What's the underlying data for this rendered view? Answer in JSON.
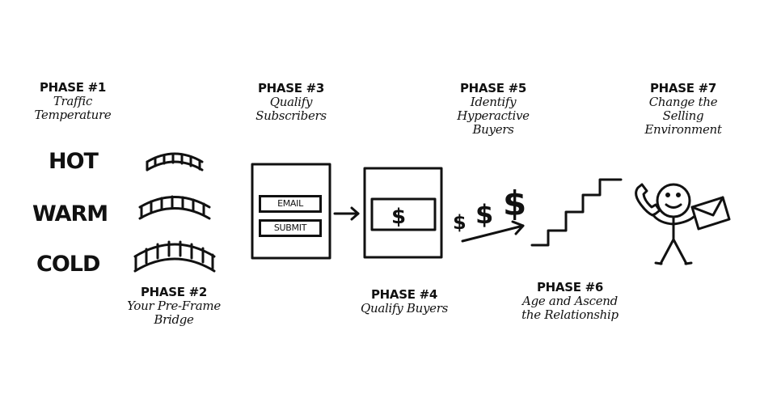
{
  "phases": [
    {
      "id": 1,
      "heading": "PHASE #1",
      "lines": [
        "Traffic",
        "Temperature"
      ]
    },
    {
      "id": 2,
      "heading": "PHASE #2",
      "lines": [
        "Your Pre-Frame",
        "Bridge"
      ]
    },
    {
      "id": 3,
      "heading": "PHASE #3",
      "lines": [
        "Qualify",
        "Subscribers"
      ]
    },
    {
      "id": 4,
      "heading": "PHASE #4",
      "lines": [
        "Qualify Buyers"
      ]
    },
    {
      "id": 5,
      "heading": "PHASE #5",
      "lines": [
        "Identify",
        "Hyperactive",
        "Buyers"
      ]
    },
    {
      "id": 6,
      "heading": "PHASE #6",
      "lines": [
        "Age and Ascend",
        "the Relationship"
      ]
    },
    {
      "id": 7,
      "heading": "PHASE #7",
      "lines": [
        "Change the",
        "Selling",
        "Environment"
      ]
    }
  ],
  "temperatures": [
    "HOT",
    "WARM",
    "COLD"
  ],
  "optin_form": {
    "email_field": "EMAIL",
    "submit_button": "SUBMIT"
  },
  "sales_page": {
    "symbol": "$"
  },
  "hyperactive_symbols": [
    "$",
    "$",
    "$"
  ],
  "colors": {
    "ink": "#111111",
    "background": "#ffffff"
  }
}
